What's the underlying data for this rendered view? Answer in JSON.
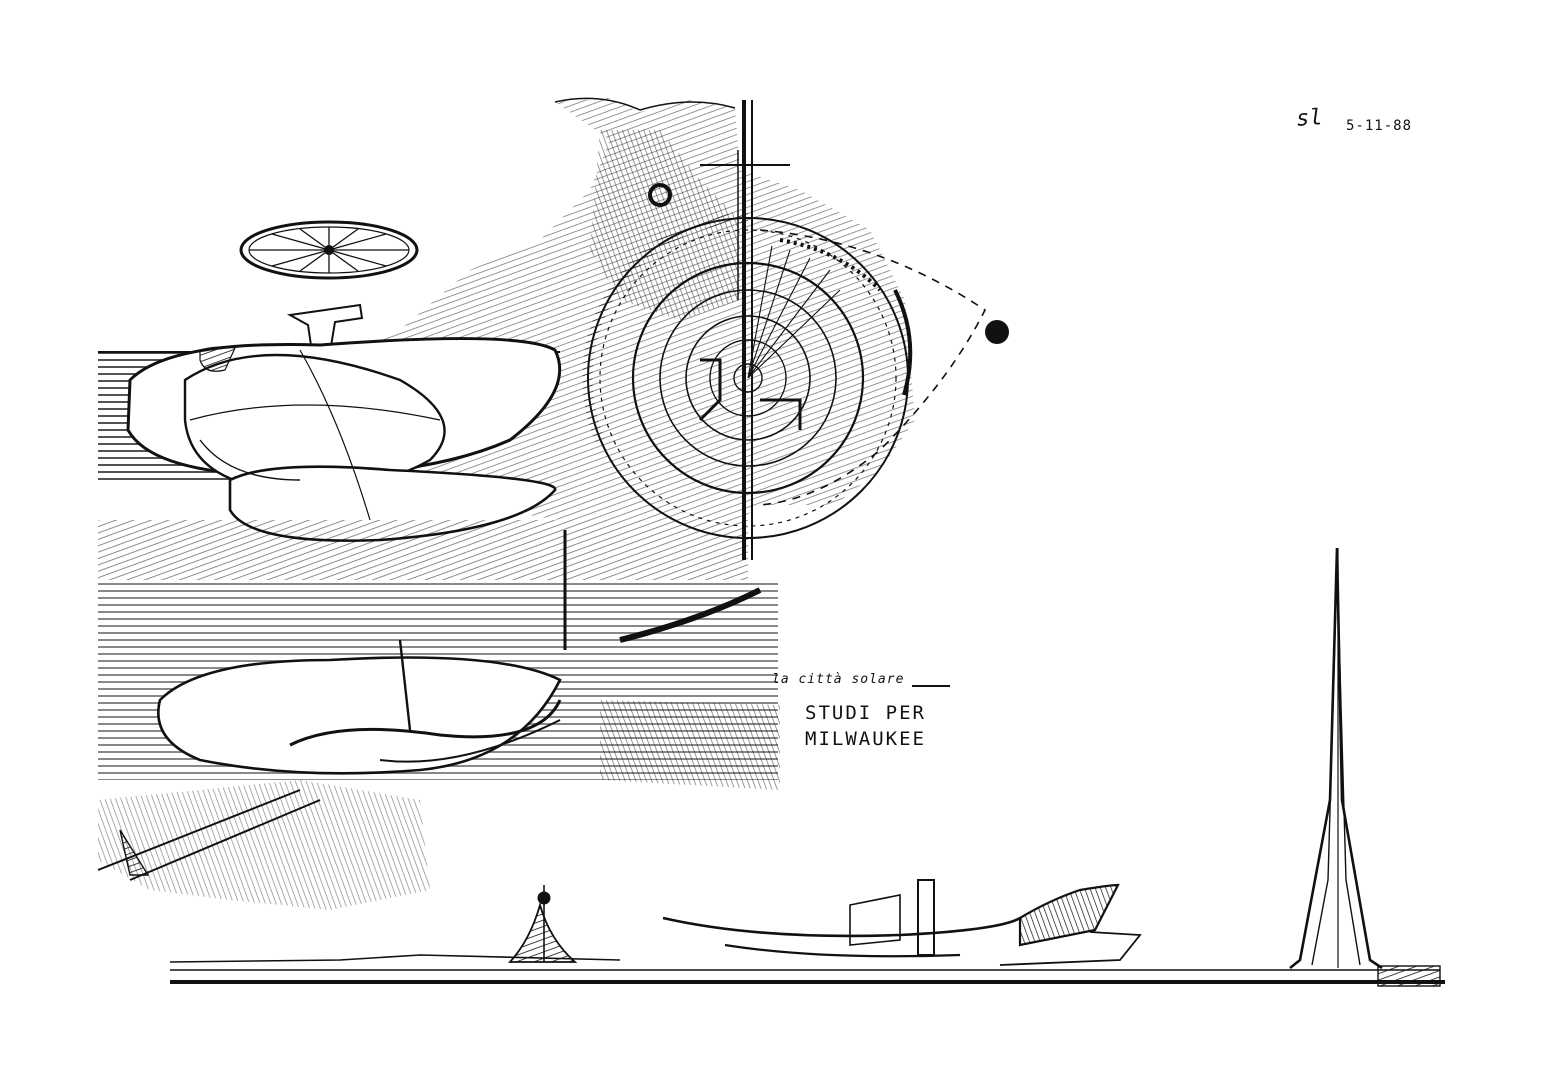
{
  "drawing": {
    "signature": "sl",
    "date": "5-11-88",
    "subtitle": "la città solare",
    "title_line_1": "STUDI PER",
    "title_line_2": "MILWAUKEE"
  },
  "colors": {
    "ink": "#111111",
    "paper": "#ffffff"
  }
}
